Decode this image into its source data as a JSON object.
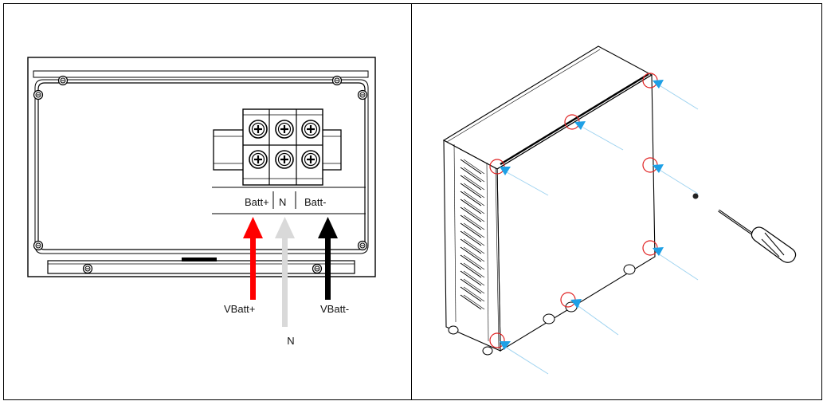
{
  "terminal_labels": {
    "batt_plus": "Batt+",
    "n": "N",
    "batt_minus": "Batt-"
  },
  "cable_labels": {
    "vbatt_plus": "VBatt+",
    "n": "N",
    "vbatt_minus": "VBatt-"
  },
  "colors": {
    "vbatt_plus_arrow": "#ff0000",
    "n_arrow": "#d9d9d9",
    "vbatt_minus_arrow": "#000000",
    "screw_marker_circle": "#e02020",
    "pointer_arrow": "#1ea0e6",
    "screwdriver_handle": "#ffffff"
  },
  "icons": {
    "screwdriver": "screwdriver-icon",
    "screw": "screw-icon"
  }
}
